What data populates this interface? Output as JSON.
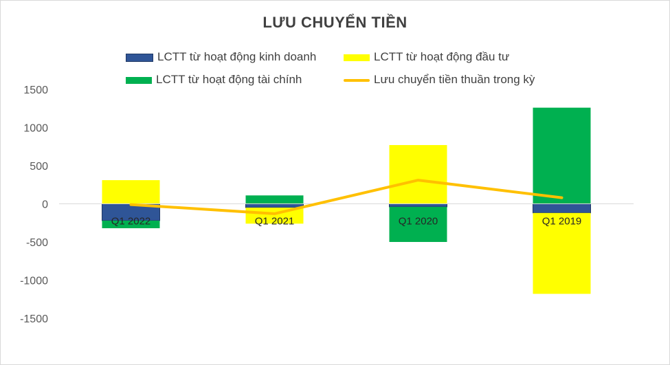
{
  "chart_data": {
    "type": "bar",
    "title": "LƯU CHUYỂN TIỀN",
    "categories": [
      "Q1 2022",
      "Q1 2021",
      "Q1 2020",
      "Q1 2019"
    ],
    "ylim": [
      -1500,
      1500
    ],
    "yticks": [
      1500,
      1000,
      500,
      0,
      -500,
      -1000,
      -1500
    ],
    "grid": false,
    "legend_position": "top",
    "series": [
      {
        "name": "LCTT từ hoạt động kinh doanh",
        "type": "bar",
        "color": "#2f5597",
        "values": [
          -220,
          -50,
          -40,
          -120
        ]
      },
      {
        "name": "LCTT từ hoạt động đầu tư",
        "type": "bar",
        "color": "#ffff00",
        "values": [
          310,
          -210,
          770,
          -1060
        ]
      },
      {
        "name": "LCTT từ hoạt động tài chính",
        "type": "bar",
        "color": "#00b050",
        "values": [
          -100,
          110,
          -460,
          1260
        ]
      },
      {
        "name": "Lưu chuyển tiền thuần trong kỳ",
        "type": "line",
        "color": "#ffc000",
        "values": [
          -10,
          -130,
          310,
          80
        ]
      }
    ]
  }
}
